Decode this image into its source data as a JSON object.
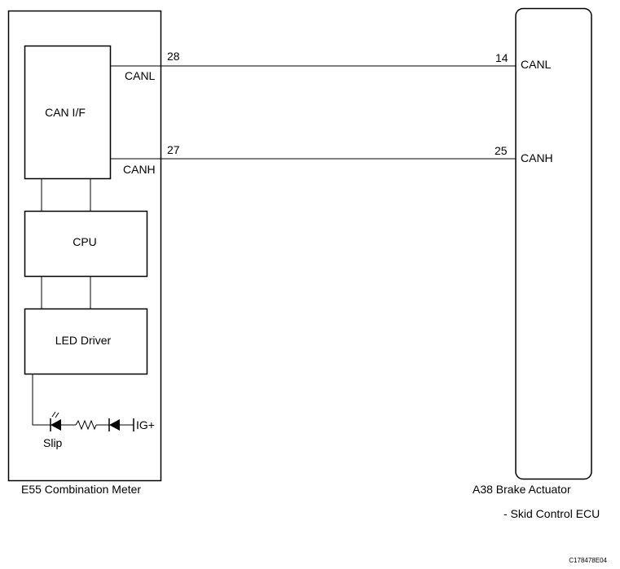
{
  "meter": {
    "title": "E55  Combination Meter",
    "can_if": "CAN I/F",
    "cpu": "CPU",
    "led_driver": "LED Driver",
    "slip": "Slip",
    "ig": "IG+",
    "pin_canl": "28",
    "pin_canh": "27",
    "canl": "CANL",
    "canh": "CANH"
  },
  "ecu": {
    "title": "A38  Brake Actuator",
    "subtitle": "- Skid Control ECU",
    "pin_canl": "14",
    "pin_canh": "25",
    "canl": "CANL",
    "canh": "CANH"
  },
  "figure_code": "C178478E04"
}
